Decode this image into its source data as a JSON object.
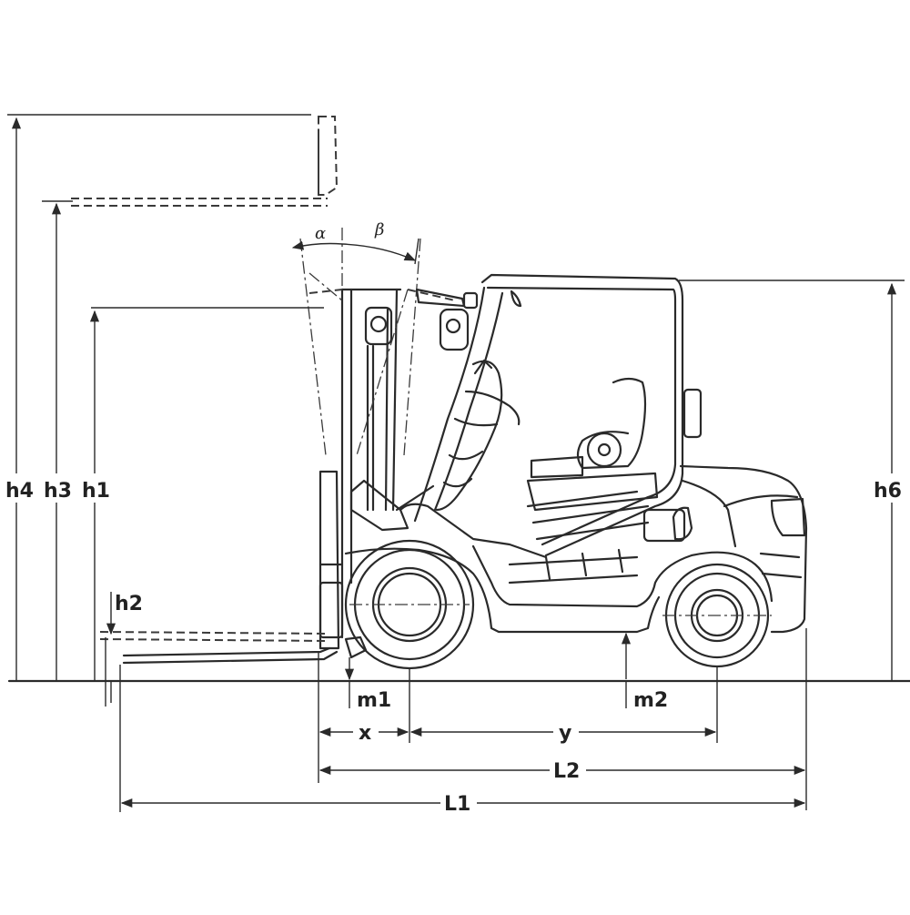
{
  "diagram": {
    "labels": {
      "h4": "h4",
      "h3": "h3",
      "h1": "h1",
      "h2": "h2",
      "h6": "h6",
      "m1": "m1",
      "m2": "m2",
      "x": "x",
      "y": "y",
      "L2": "L2",
      "L1": "L1",
      "alpha": "α",
      "beta": "β"
    },
    "colors": {
      "line": "#2a2a2a",
      "background": "#ffffff"
    }
  }
}
